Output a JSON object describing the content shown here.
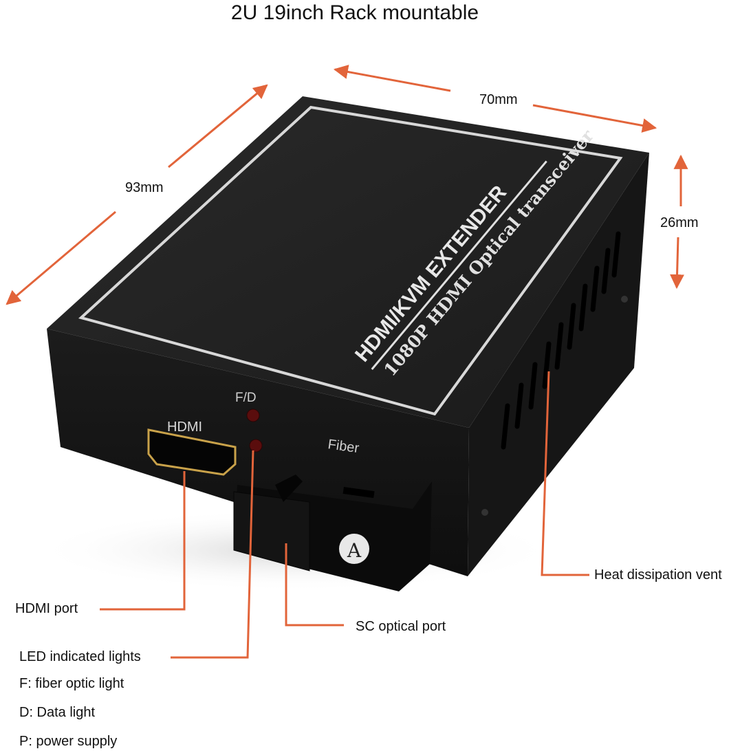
{
  "title": "2U 19inch Rack mountable",
  "dimensions": {
    "width": "70mm",
    "depth": "93mm",
    "height": "26mm"
  },
  "device": {
    "top_line1": "HDMI/KVM  EXTENDER",
    "top_line2": "1080P HDMI Optical transceiver",
    "port_hdmi": "HDMI",
    "led_label": "F/D",
    "port_fiber": "Fiber",
    "sc_badge": "A"
  },
  "callouts": {
    "hdmi_port": "HDMI port",
    "sc_port": "SC optical port",
    "led": "LED indicated lights",
    "vent": "Heat dissipation vent"
  },
  "legend": [
    "F: fiber optic light",
    "D: Data light",
    "P: power supply"
  ],
  "colors": {
    "accent": "#e2643a",
    "device": "#1e1e1e"
  }
}
